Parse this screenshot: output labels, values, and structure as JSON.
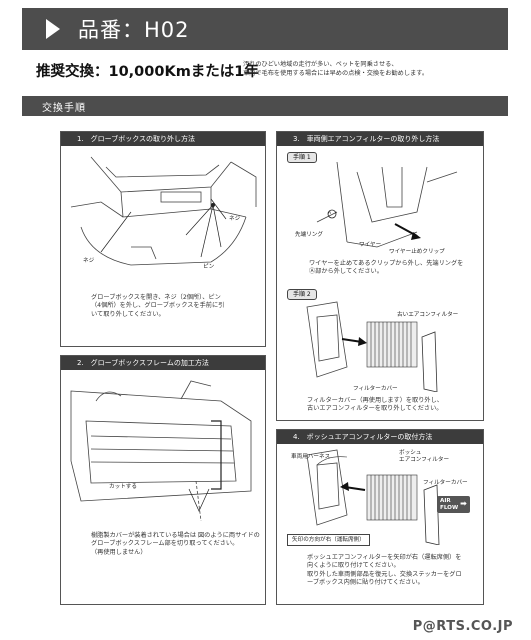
{
  "header": {
    "title": "品番：H02"
  },
  "recommendation": {
    "label": "推奨交換：10,000Kmまたは1年",
    "note_line1": "汚れのひどい地域の走行が多い、ペットを同乗させる、",
    "note_line2": "車内で毛布を使用する場合には早めの点検・交換をお勧めします。"
  },
  "section": {
    "title": "交換手順"
  },
  "panels": [
    {
      "title": "1.　グローブボックスの取り外し方法",
      "tags": {
        "screw_right": "ネジ",
        "screw_left": "ネジ",
        "pin": "ピン"
      },
      "text_lines": [
        "グローブボックスを開き、ネジ（2個所）、ピン",
        "（4個所）を外し、グローブボックスを手前に引",
        "いて取り外してください。"
      ]
    },
    {
      "title": "2.　グローブボックスフレームの加工方法",
      "tags": {
        "cut": "カットする"
      },
      "text_lines": [
        "樹脂製カバーが装着されている場合は 図のように両サイドの",
        "グローブボックスフレーム部を切り取ってください。",
        "（再使用しません）"
      ]
    },
    {
      "title": "3.　車両側エアコンフィルターの取り外し方法",
      "step1": "手順 1",
      "step1_tags": {
        "ring": "先端リング",
        "circle_a": "A",
        "wire": "ワイヤー",
        "clip": "ワイヤー止めクリップ"
      },
      "step1_text": [
        "ワイヤーを止めてあるクリップから外し、先端リングを",
        "Ⓐ部から外してください。"
      ],
      "step2": "手順 2",
      "step2_tags": {
        "old_filter": "古いエアコンフィルター",
        "cover": "フィルターカバー"
      },
      "step2_text": [
        "フィルターカバー（再使用します）を取り外し、",
        "古いエアコンフィルターを取り外してください。"
      ]
    },
    {
      "title": "4.　ボッシュエアコンフィルターの取付方法",
      "tags": {
        "harness": "車両用ハーネス",
        "bosch_filter_1": "ボッシュ",
        "bosch_filter_2": "エアコンフィルター",
        "cover": "フィルターカバー",
        "arrow_note": "矢印の方向が右（運転席側）",
        "airflow_1": "AIR",
        "airflow_2": "FLOW"
      },
      "text_lines": [
        "ボッシュエアコンフィルターを矢印が右（運転席側）を",
        "向くように取り付けてください。",
        "取り外した車両側部品を復元し、交換ステッカーをグロ",
        "ーブボックス内側に貼り付けてください。"
      ]
    }
  ],
  "footer": {
    "logo": "P@RTS.CO.JP"
  }
}
